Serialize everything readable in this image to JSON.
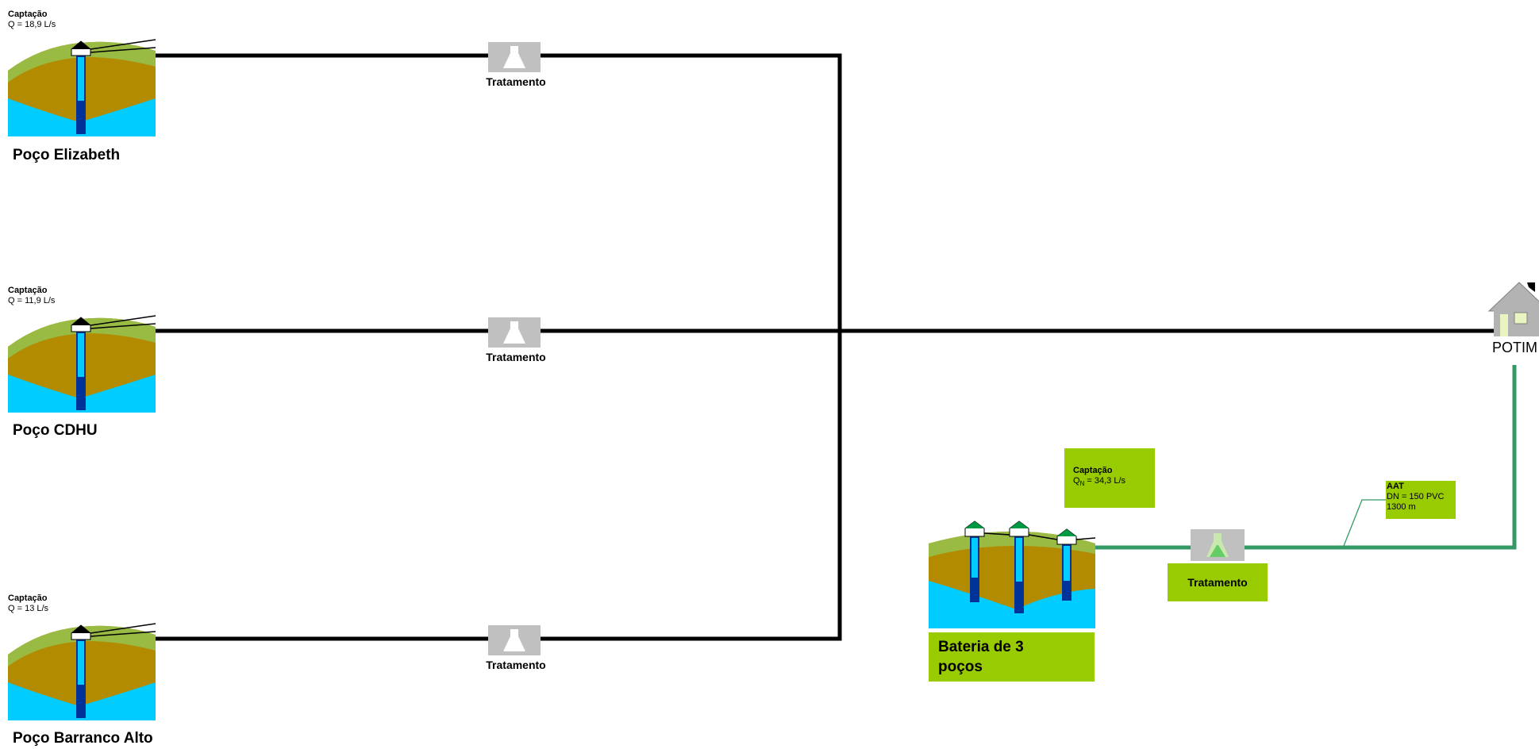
{
  "wells": [
    {
      "captacao_label": "Captação",
      "flow": "Q = 18,9  L/s",
      "name": "Poço Elizabeth",
      "treatment_label": "Tratamento"
    },
    {
      "captacao_label": "Captação",
      "flow": "Q = 11,9 L/s",
      "name": "Poço CDHU",
      "treatment_label": "Tratamento"
    },
    {
      "captacao_label": "Captação",
      "flow": "Q = 13  L/s",
      "name": "Poço Barranco Alto",
      "treatment_label": "Tratamento"
    }
  ],
  "battery": {
    "captacao_label": "Captação",
    "flow_prefix": "Q",
    "flow_subscript": "N",
    "flow_value": "= 34,3 L/s",
    "name": "Bateria de 3 poços",
    "treatment_label": "Tratamento"
  },
  "aat": {
    "title": "AAT",
    "dn": "DN = 150 PVC",
    "length": "1300 m"
  },
  "city": {
    "name": "POTIM"
  },
  "colors": {
    "main_pipe": "#000000",
    "green_pipe": "#339966",
    "label_green": "#99cc00",
    "water": "#00ccff",
    "treatment_gray": "#c0c0c0"
  }
}
